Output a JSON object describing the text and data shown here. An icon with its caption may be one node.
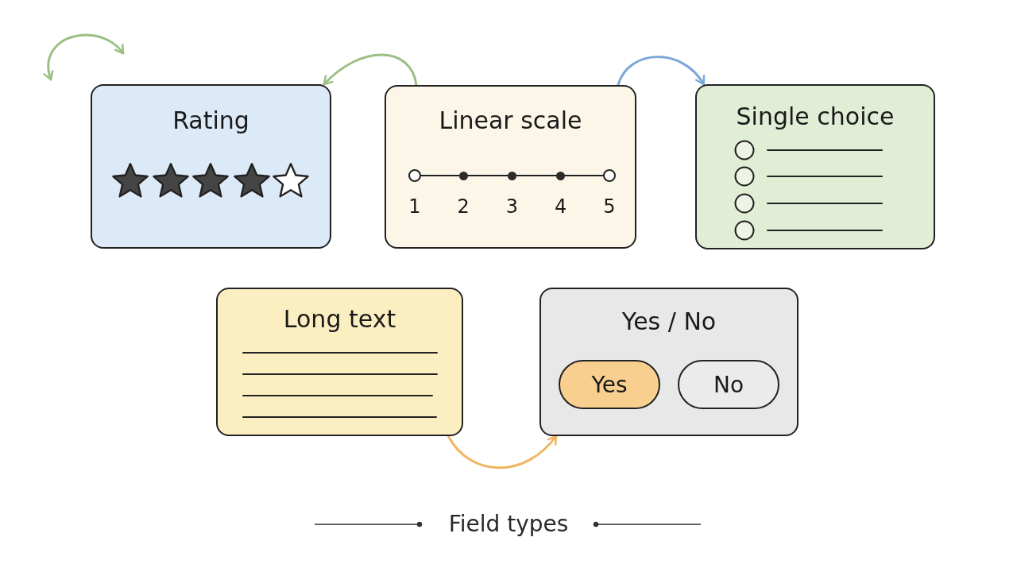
{
  "diagram": {
    "caption": "Field types",
    "nodes": [
      {
        "text": [
          "Rating"
        ]
      },
      {
        "text": [
          "Linear scale",
          "1",
          "2",
          "3",
          "4",
          "5"
        ]
      },
      {
        "text": [
          "Single choice"
        ]
      },
      {
        "text": [
          "Long text"
        ]
      },
      {
        "text": [
          "Yes / No"
        ]
      },
      {
        "text": [
          "Yes"
        ],
        "in": 4
      },
      {
        "text": [
          "No"
        ],
        "in": 4
      }
    ],
    "edges": [
      {
        "from": 1,
        "to": 0,
        "arrow": "to",
        "color": "#9cc083"
      },
      {
        "from": 1,
        "to": 2,
        "arrow": "to",
        "color": "#7aa7d8"
      },
      {
        "from": 3,
        "to": 4,
        "arrow": "to",
        "color": "#f0b460"
      }
    ]
  }
}
